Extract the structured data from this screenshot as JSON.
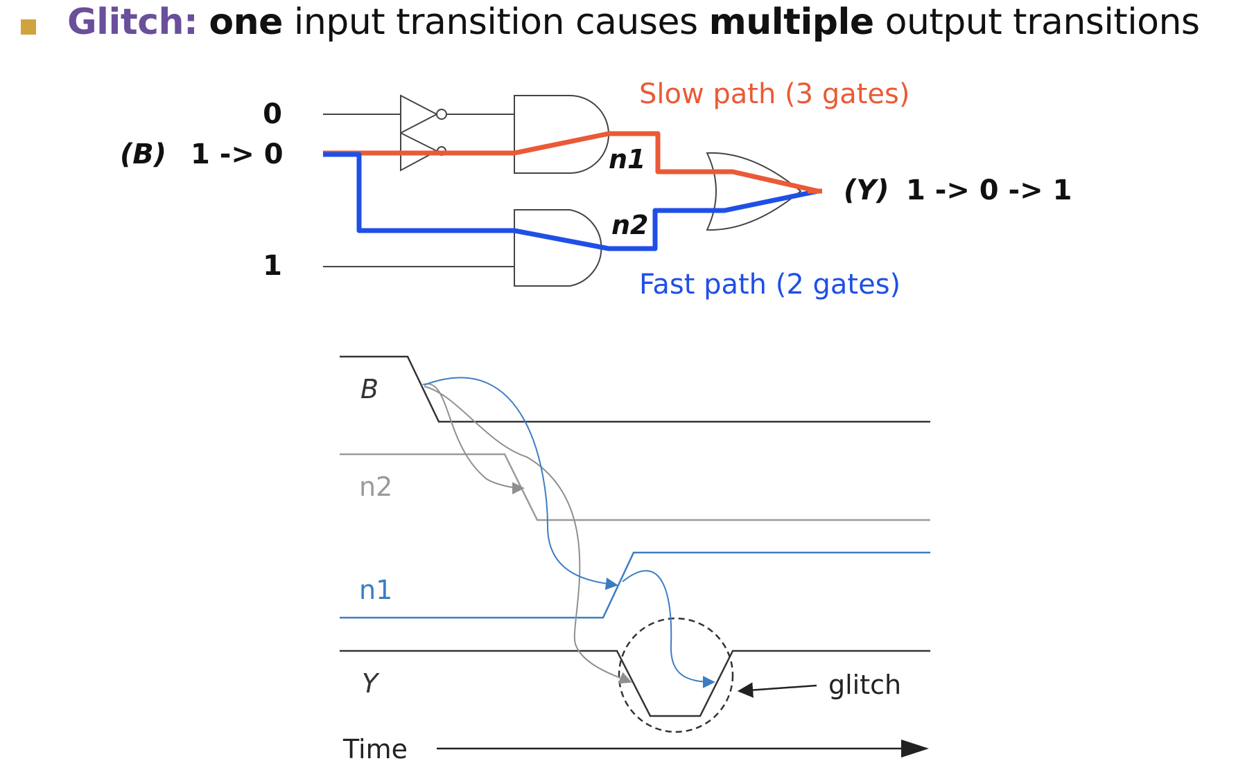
{
  "title": {
    "keyword": "Glitch:",
    "emph1": "one",
    "text1": " input transition causes ",
    "emph2": "multiple",
    "text2": " output transitions"
  },
  "colors": {
    "title_keyword": "#6a4f9b",
    "bullet": "#d0a33f",
    "slow_path": "#ea5a36",
    "fast_path": "#1f4fe6",
    "n1_wave": "#3b7dc4",
    "n2_wave": "#8f8f8f"
  },
  "circuit": {
    "input_top": "0",
    "input_b_name": "(B)",
    "input_b_value": "1 -> 0",
    "input_bottom": "1",
    "node_n1": "n1",
    "node_n2": "n2",
    "output_name": "(Y)",
    "output_value": "1 -> 0 -> 1",
    "slow_path_label": "Slow path (3 gates)",
    "fast_path_label": "Fast path (2 gates)"
  },
  "timing": {
    "signal_b": "B",
    "signal_n2": "n2",
    "signal_n1": "n1",
    "signal_y": "Y",
    "glitch_label": "glitch",
    "time_label": "Time"
  }
}
